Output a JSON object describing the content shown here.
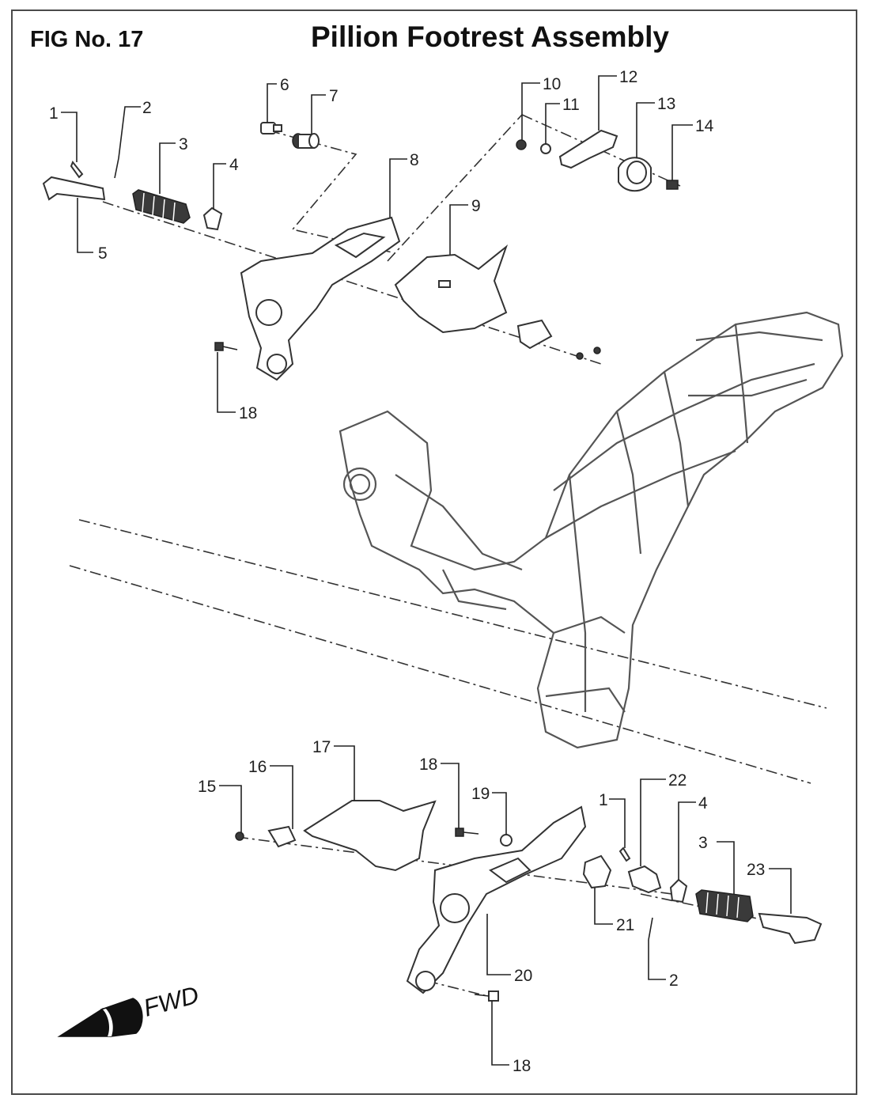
{
  "header": {
    "fig_no": "FIG No. 17",
    "title": "Pillion Footrest Assembly"
  },
  "direction_label": "FWD",
  "callouts": [
    {
      "id": "c1a",
      "text": "1"
    },
    {
      "id": "c2a",
      "text": "2"
    },
    {
      "id": "c3a",
      "text": "3"
    },
    {
      "id": "c4a",
      "text": "4"
    },
    {
      "id": "c5",
      "text": "5"
    },
    {
      "id": "c6",
      "text": "6"
    },
    {
      "id": "c7",
      "text": "7"
    },
    {
      "id": "c8",
      "text": "8"
    },
    {
      "id": "c9",
      "text": "9"
    },
    {
      "id": "c10",
      "text": "10"
    },
    {
      "id": "c11",
      "text": "11"
    },
    {
      "id": "c12",
      "text": "12"
    },
    {
      "id": "c13",
      "text": "13"
    },
    {
      "id": "c14",
      "text": "14"
    },
    {
      "id": "c18a",
      "text": "18"
    },
    {
      "id": "c15",
      "text": "15"
    },
    {
      "id": "c16",
      "text": "16"
    },
    {
      "id": "c17",
      "text": "17"
    },
    {
      "id": "c18b",
      "text": "18"
    },
    {
      "id": "c19",
      "text": "19"
    },
    {
      "id": "c1b",
      "text": "1"
    },
    {
      "id": "c22",
      "text": "22"
    },
    {
      "id": "c4b",
      "text": "4"
    },
    {
      "id": "c3b",
      "text": "3"
    },
    {
      "id": "c23",
      "text": "23"
    },
    {
      "id": "c21",
      "text": "21"
    },
    {
      "id": "c2b",
      "text": "2"
    },
    {
      "id": "c20",
      "text": "20"
    },
    {
      "id": "c18c",
      "text": "18"
    }
  ]
}
